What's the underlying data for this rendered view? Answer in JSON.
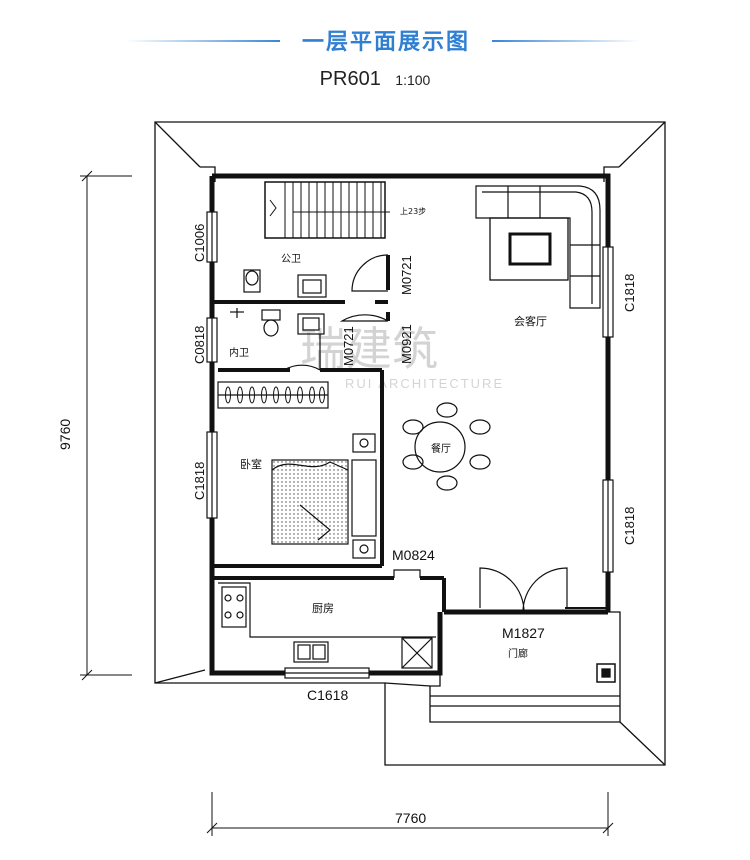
{
  "header": {
    "title": "一层平面展示图",
    "plan_code": "PR601",
    "scale": "1:100"
  },
  "rooms": {
    "public_wc": "公卫",
    "ensuite_wc": "内卫",
    "bedroom": "卧室",
    "living_room": "会客厅",
    "dining": "餐厅",
    "kitchen": "厨房",
    "porch": "门廊"
  },
  "stair_note": "上23步",
  "windows": {
    "c1006": "C1006",
    "c0818": "C0818",
    "c1818_left": "C1818",
    "c1818_right_top": "C1818",
    "c1818_right_bottom": "C1818",
    "c1618": "C1618"
  },
  "doors": {
    "m0721_wc": "M0721",
    "m0921": "M0921",
    "m0721_ensuite": "M0721",
    "m0824": "M0824",
    "m1827": "M1827"
  },
  "dimensions": {
    "height": "9760",
    "width": "7760"
  },
  "watermark": {
    "brand": "瑞建筑",
    "sub": "RUI ARCHITECTURE"
  },
  "colors": {
    "title_blue": "#2f7fd3",
    "line": "#111111"
  }
}
